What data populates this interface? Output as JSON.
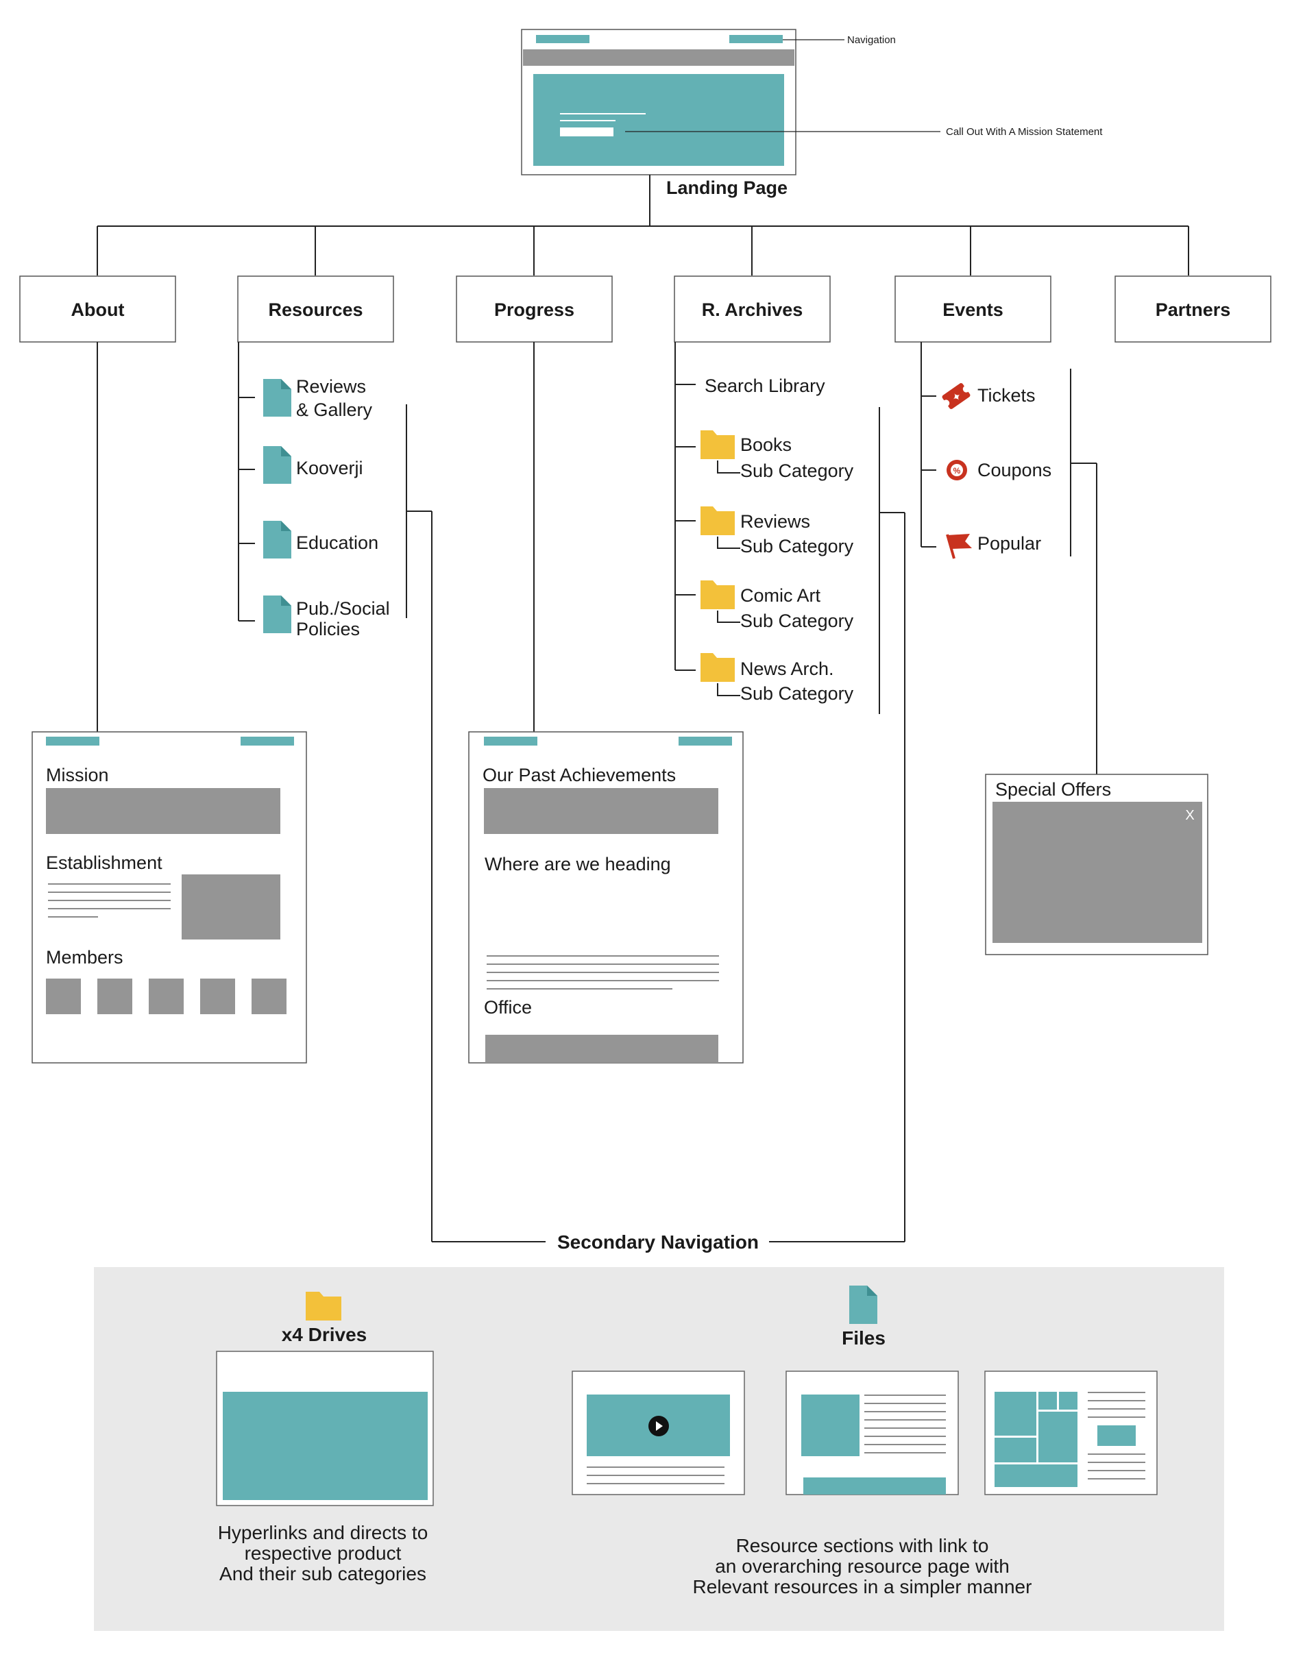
{
  "landing": {
    "title": "Landing Page",
    "nav_callout": "Navigation",
    "mission_callout": "Call Out With A Mission Statement"
  },
  "nodes": [
    {
      "label": "About"
    },
    {
      "label": "Resources"
    },
    {
      "label": "Progress"
    },
    {
      "label": "R. Archives"
    },
    {
      "label": "Events"
    },
    {
      "label": "Partners"
    }
  ],
  "resources": {
    "items": [
      {
        "line1": "Reviews",
        "line2": "& Gallery",
        "icon": "file-icon"
      },
      {
        "line1": "Kooverji",
        "line2": "",
        "icon": "file-icon"
      },
      {
        "line1": "Education",
        "line2": "",
        "icon": "file-icon"
      },
      {
        "line1": "Pub./Social",
        "line2": "Policies",
        "icon": "file-icon"
      }
    ]
  },
  "archives": {
    "search": "Search Library",
    "items": [
      {
        "label": "Books",
        "sub": "Sub Category",
        "icon": "folder-icon"
      },
      {
        "label": "Reviews",
        "sub": "Sub Category",
        "icon": "folder-icon"
      },
      {
        "label": "Comic Art",
        "sub": "Sub Category",
        "icon": "folder-icon"
      },
      {
        "label": "News Arch.",
        "sub": "Sub Category",
        "icon": "folder-icon"
      }
    ]
  },
  "events": {
    "items": [
      {
        "label": "Tickets",
        "icon": "ticket-icon"
      },
      {
        "label": "Coupons",
        "icon": "coupon-icon"
      },
      {
        "label": "Popular",
        "icon": "flag-icon"
      }
    ]
  },
  "about_page": {
    "mission": "Mission",
    "establishment": "Establishment",
    "members": "Members"
  },
  "progress_page": {
    "achievements": "Our Past Achievements",
    "heading": "Where are we heading",
    "office": "Office"
  },
  "special_offers": {
    "title": "Special Offers",
    "close": "X"
  },
  "secondary_nav": {
    "title": "Secondary Navigation"
  },
  "legend": {
    "drives_title": "x4 Drives",
    "drives_desc": [
      "Hyperlinks and directs to",
      "respective product",
      "And their sub categories"
    ],
    "files_title": "Files",
    "files_desc": [
      "Resource sections with link to",
      "an overarching resource page with",
      "Relevant resources in a simpler manner"
    ]
  },
  "colors": {
    "teal": "#63b1b4",
    "grey": "#959595",
    "folder": "#f3c13a",
    "event_red": "#c8321f",
    "panel": "#e9e9e9"
  }
}
